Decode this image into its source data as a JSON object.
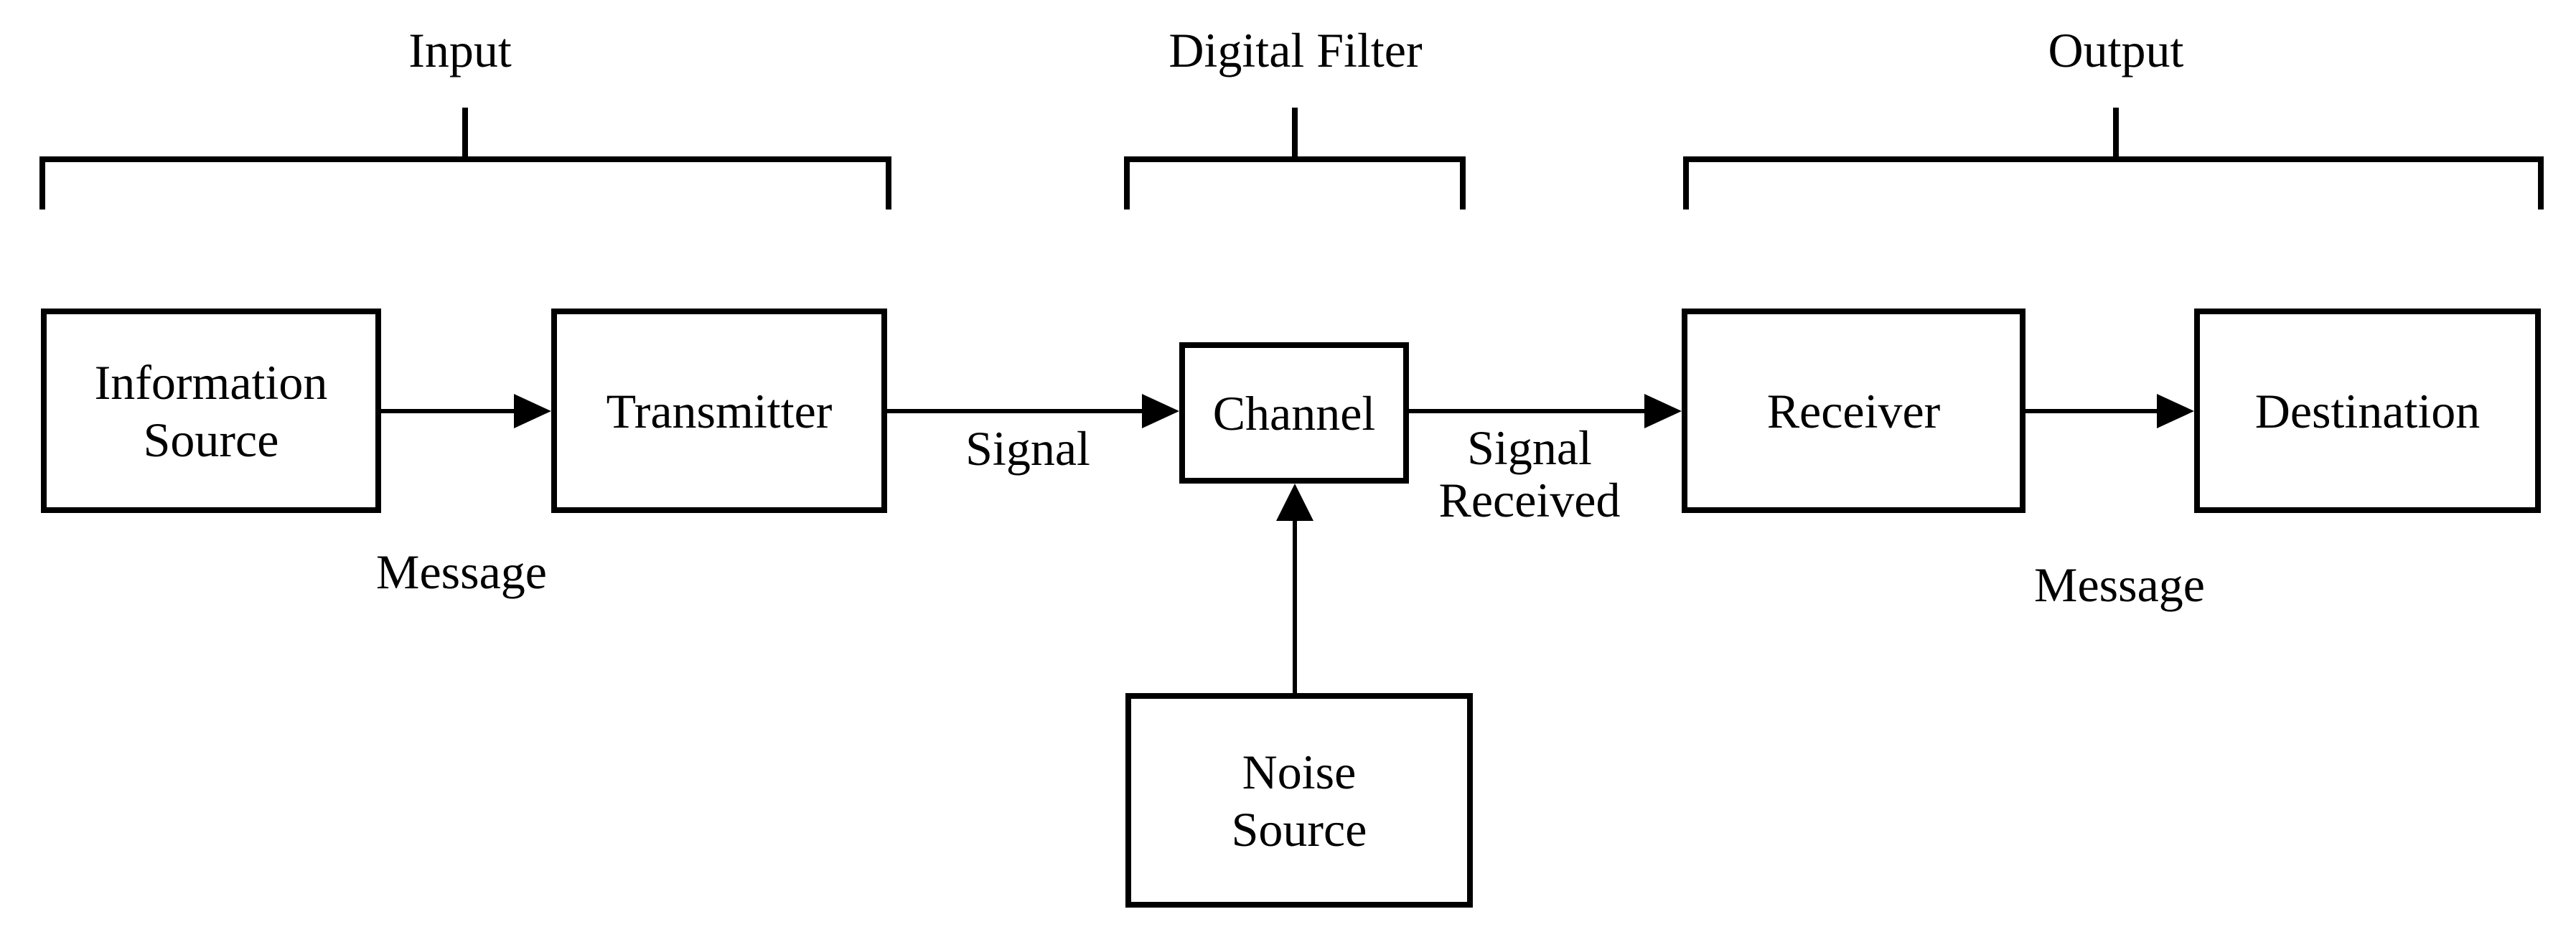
{
  "groups": {
    "input": {
      "label": "Input"
    },
    "digital_filter": {
      "label": "Digital Filter"
    },
    "output": {
      "label": "Output"
    }
  },
  "boxes": {
    "information_source": {
      "line1": "Information",
      "line2": "Source"
    },
    "transmitter": {
      "label": "Transmitter"
    },
    "channel": {
      "label": "Channel"
    },
    "receiver": {
      "label": "Receiver"
    },
    "destination": {
      "label": "Destination"
    },
    "noise_source": {
      "line1": "Noise",
      "line2": "Source"
    }
  },
  "edge_labels": {
    "message_in": "Message",
    "signal": "Signal",
    "signal_received_line1": "Signal",
    "signal_received_line2": "Received",
    "message_out": "Message"
  },
  "colors": {
    "stroke": "#000000",
    "background": "#ffffff"
  }
}
